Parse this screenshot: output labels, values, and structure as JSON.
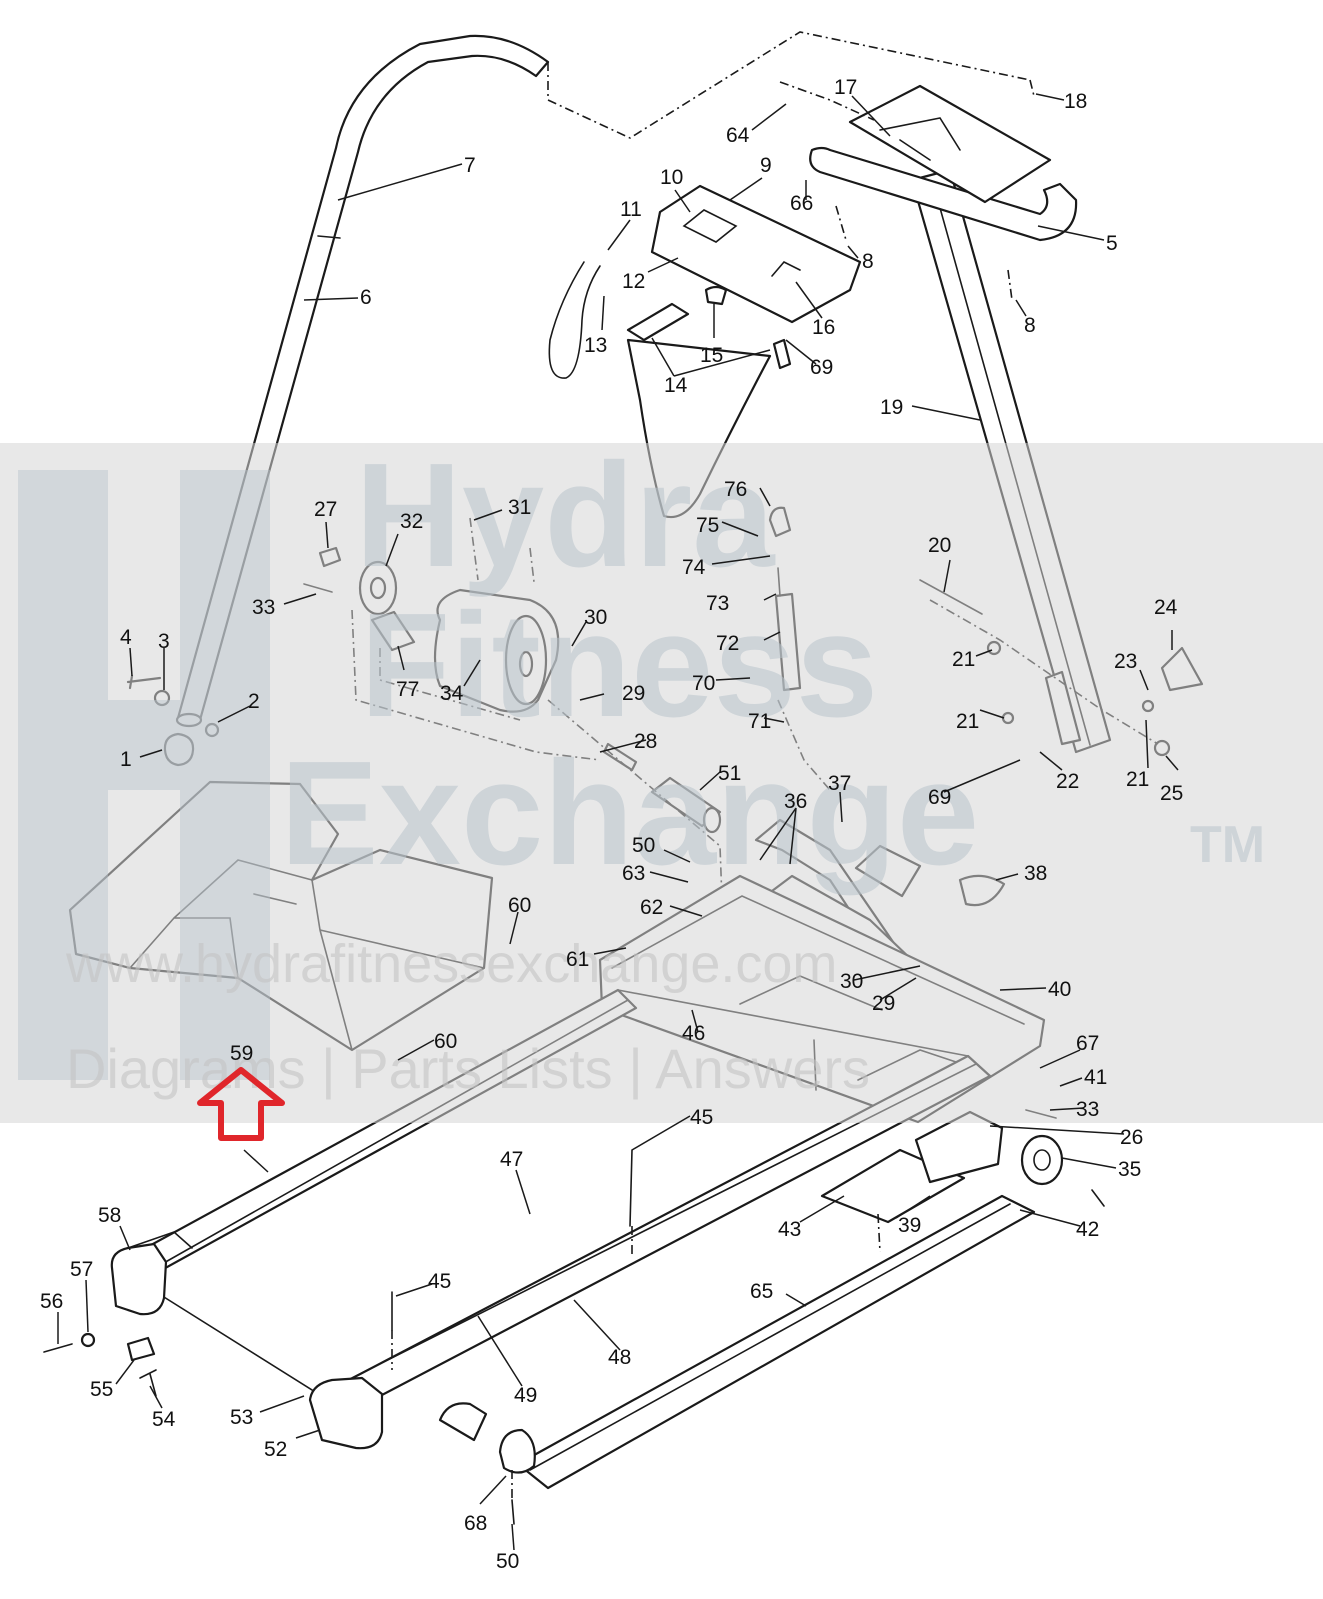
{
  "watermark": {
    "line1": "Hydra",
    "line2": "Fitness",
    "line3": "Exchange",
    "trademark": "TM",
    "url": "www.hydrafitnessexchange.com",
    "tagline": "Diagrams | Parts Lists | Answers",
    "band_color": "#d6d6d6"
  },
  "highlight": {
    "label": "59",
    "color": "#e0262b"
  },
  "labels": [
    {
      "id": "1",
      "text": "1"
    },
    {
      "id": "2",
      "text": "2"
    },
    {
      "id": "3",
      "text": "3"
    },
    {
      "id": "4",
      "text": "4"
    },
    {
      "id": "5",
      "text": "5"
    },
    {
      "id": "6",
      "text": "6"
    },
    {
      "id": "7",
      "text": "7"
    },
    {
      "id": "8a",
      "text": "8"
    },
    {
      "id": "8b",
      "text": "8"
    },
    {
      "id": "9",
      "text": "9"
    },
    {
      "id": "10",
      "text": "10"
    },
    {
      "id": "11",
      "text": "11"
    },
    {
      "id": "12",
      "text": "12"
    },
    {
      "id": "13",
      "text": "13"
    },
    {
      "id": "14",
      "text": "14"
    },
    {
      "id": "15",
      "text": "15"
    },
    {
      "id": "16",
      "text": "16"
    },
    {
      "id": "17",
      "text": "17"
    },
    {
      "id": "18",
      "text": "18"
    },
    {
      "id": "19",
      "text": "19"
    },
    {
      "id": "20",
      "text": "20"
    },
    {
      "id": "21a",
      "text": "21"
    },
    {
      "id": "21b",
      "text": "21"
    },
    {
      "id": "21c",
      "text": "21"
    },
    {
      "id": "22",
      "text": "22"
    },
    {
      "id": "23",
      "text": "23"
    },
    {
      "id": "24",
      "text": "24"
    },
    {
      "id": "25",
      "text": "25"
    },
    {
      "id": "26",
      "text": "26"
    },
    {
      "id": "27",
      "text": "27"
    },
    {
      "id": "28",
      "text": "28"
    },
    {
      "id": "29a",
      "text": "29"
    },
    {
      "id": "29b",
      "text": "29"
    },
    {
      "id": "30a",
      "text": "30"
    },
    {
      "id": "30b",
      "text": "30"
    },
    {
      "id": "31",
      "text": "31"
    },
    {
      "id": "32",
      "text": "32"
    },
    {
      "id": "33a",
      "text": "33"
    },
    {
      "id": "33b",
      "text": "33"
    },
    {
      "id": "34",
      "text": "34"
    },
    {
      "id": "35",
      "text": "35"
    },
    {
      "id": "36",
      "text": "36"
    },
    {
      "id": "37",
      "text": "37"
    },
    {
      "id": "38",
      "text": "38"
    },
    {
      "id": "39",
      "text": "39"
    },
    {
      "id": "40",
      "text": "40"
    },
    {
      "id": "41",
      "text": "41"
    },
    {
      "id": "42",
      "text": "42"
    },
    {
      "id": "43",
      "text": "43"
    },
    {
      "id": "45a",
      "text": "45"
    },
    {
      "id": "45b",
      "text": "45"
    },
    {
      "id": "46",
      "text": "46"
    },
    {
      "id": "47",
      "text": "47"
    },
    {
      "id": "48",
      "text": "48"
    },
    {
      "id": "49",
      "text": "49"
    },
    {
      "id": "50a",
      "text": "50"
    },
    {
      "id": "50b",
      "text": "50"
    },
    {
      "id": "51",
      "text": "51"
    },
    {
      "id": "52",
      "text": "52"
    },
    {
      "id": "53",
      "text": "53"
    },
    {
      "id": "54",
      "text": "54"
    },
    {
      "id": "55",
      "text": "55"
    },
    {
      "id": "56",
      "text": "56"
    },
    {
      "id": "57",
      "text": "57"
    },
    {
      "id": "58",
      "text": "58"
    },
    {
      "id": "59",
      "text": "59"
    },
    {
      "id": "60a",
      "text": "60"
    },
    {
      "id": "60b",
      "text": "60"
    },
    {
      "id": "61",
      "text": "61"
    },
    {
      "id": "62",
      "text": "62"
    },
    {
      "id": "63",
      "text": "63"
    },
    {
      "id": "64",
      "text": "64"
    },
    {
      "id": "65",
      "text": "65"
    },
    {
      "id": "66",
      "text": "66"
    },
    {
      "id": "67",
      "text": "67"
    },
    {
      "id": "68",
      "text": "68"
    },
    {
      "id": "69a",
      "text": "69"
    },
    {
      "id": "69b",
      "text": "69"
    },
    {
      "id": "70",
      "text": "70"
    },
    {
      "id": "71",
      "text": "71"
    },
    {
      "id": "72",
      "text": "72"
    },
    {
      "id": "73",
      "text": "73"
    },
    {
      "id": "74",
      "text": "74"
    },
    {
      "id": "75",
      "text": "75"
    },
    {
      "id": "76",
      "text": "76"
    },
    {
      "id": "77",
      "text": "77"
    }
  ]
}
